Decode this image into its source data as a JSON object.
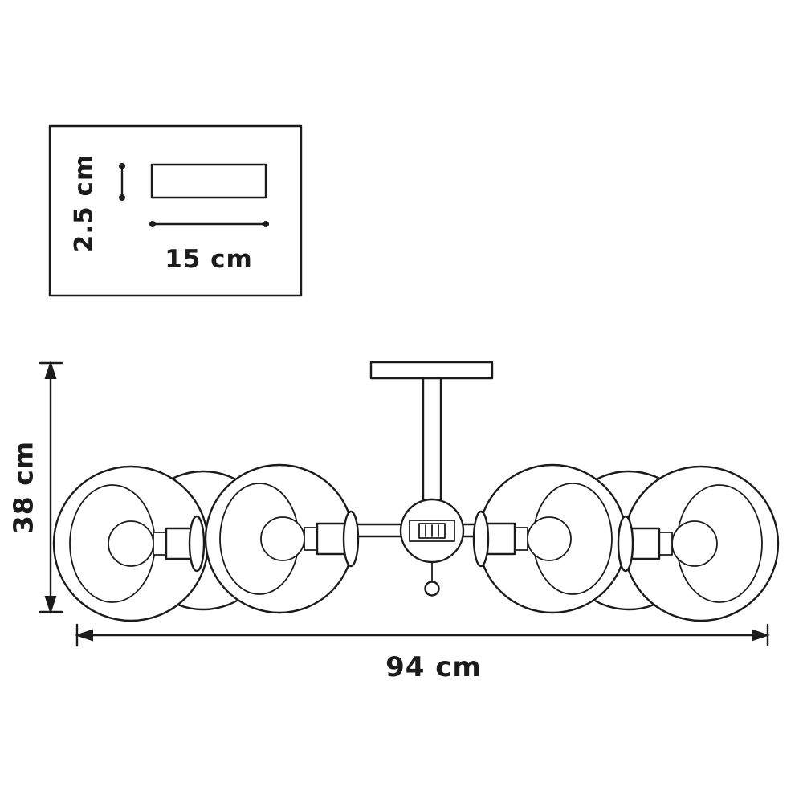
{
  "diagram": {
    "inset_plate": {
      "height_label": "2.5 cm",
      "width_label": "15 cm"
    },
    "fixture": {
      "height_label": "38 cm",
      "width_label": "94 cm"
    },
    "colors": {
      "line": "#1b1b1b",
      "background": "#ffffff"
    }
  }
}
